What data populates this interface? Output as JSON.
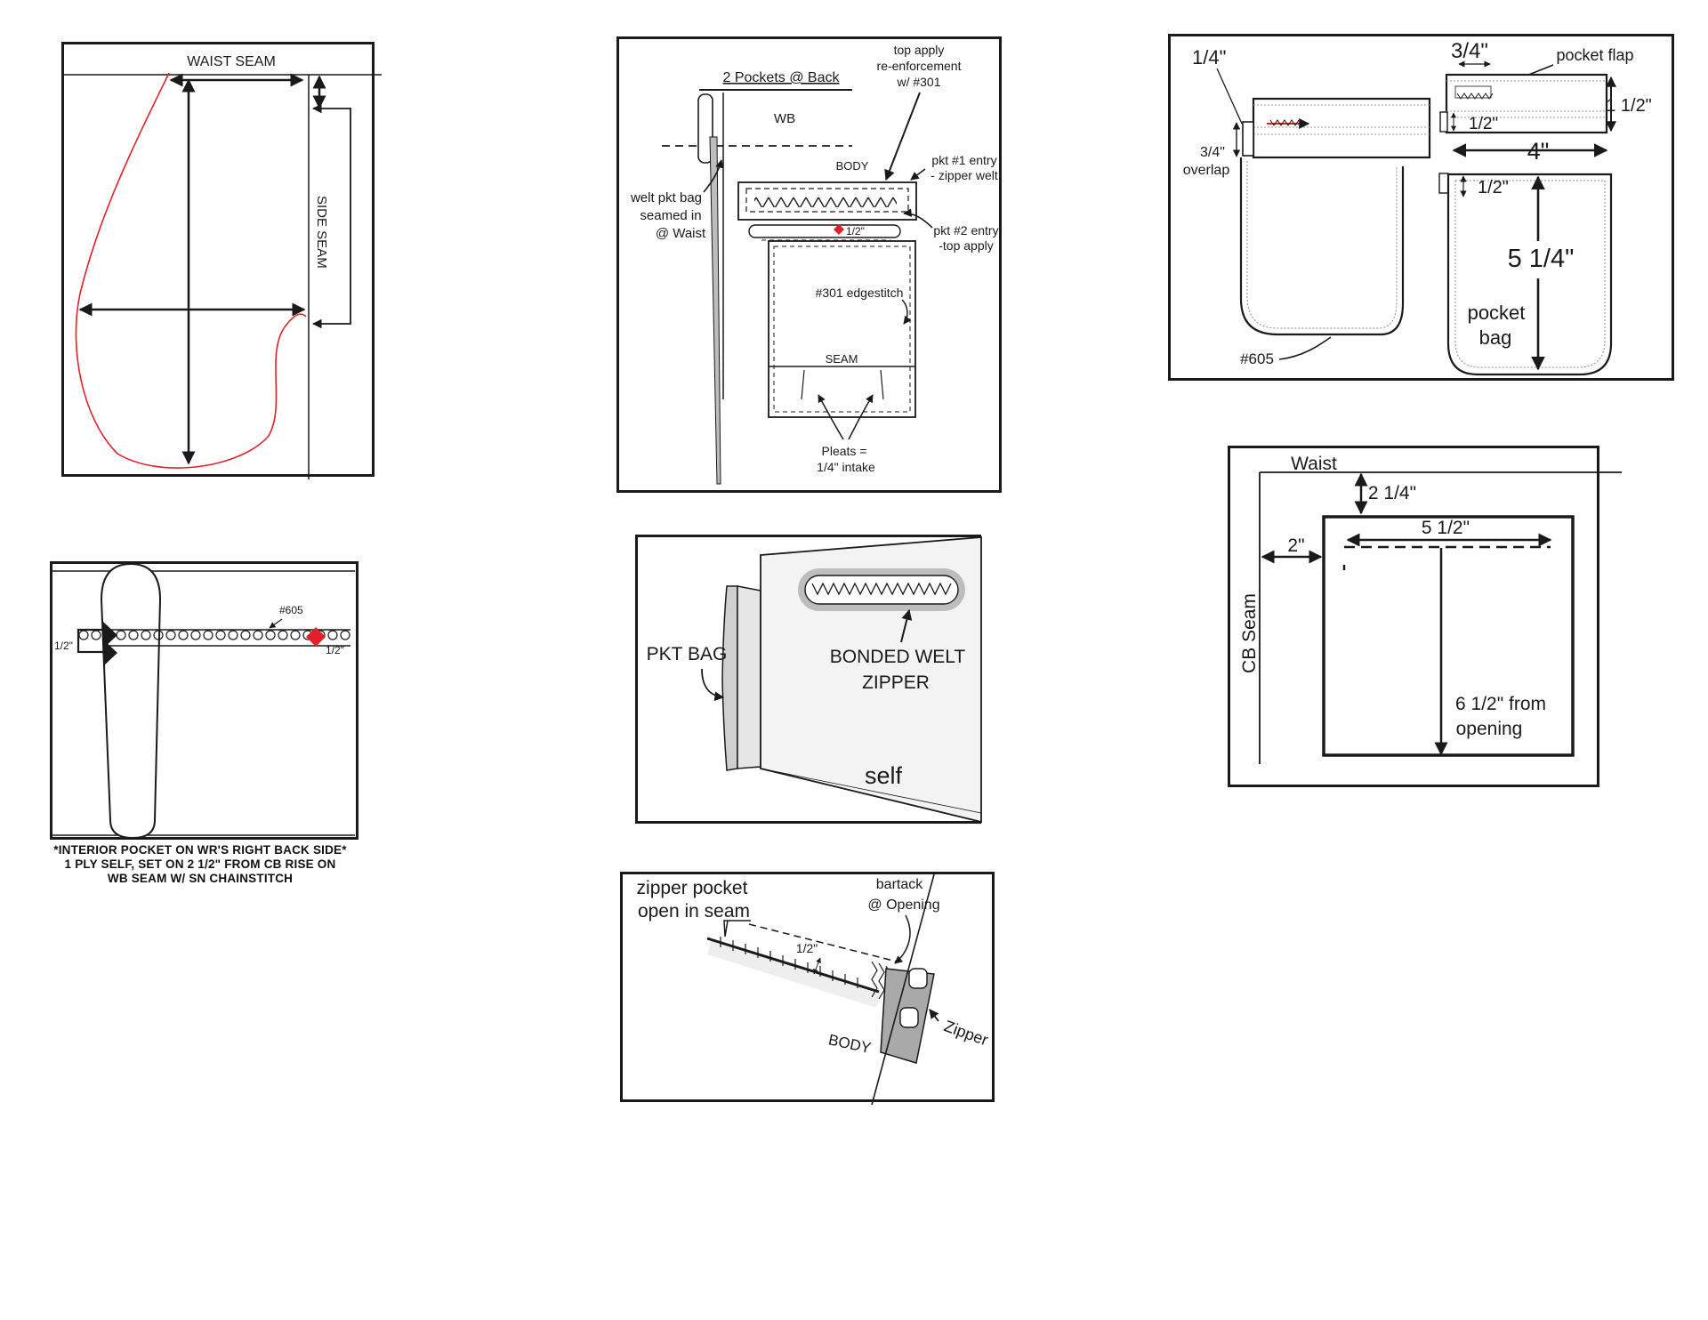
{
  "colors": {
    "ink": "#1a1a1a",
    "accent_red": "#e0202a",
    "pocket_grey": "#bdbdbd",
    "light_grey": "#e6e6e6"
  },
  "panel1": {
    "waist_seam": "WAIST SEAM",
    "side_seam": "SIDE SEAM"
  },
  "panel2": {
    "title": "2 Pockets @ Back",
    "wb": "WB",
    "body": "BODY",
    "reinforce_1": "top apply",
    "reinforce_2": "re-enforcement",
    "reinforce_3": "w/ #301",
    "welt_bag_1": "welt pkt bag",
    "welt_bag_2": "seamed in",
    "welt_bag_3": "@ Waist",
    "pkt1_1": "pkt #1 entry",
    "pkt1_2": "- zipper welt",
    "pkt2_1": "pkt #2 entry",
    "pkt2_2": "-top apply",
    "half": "1/2\"",
    "edgestitch": "#301 edgestitch",
    "seam": "SEAM",
    "pleats_1": "Pleats =",
    "pleats_2": "1/4\" intake"
  },
  "panel3": {
    "quarter": "1/4\"",
    "three_quarter": "3/4\"",
    "overlap_1": "3/4\"",
    "overlap_2": "overlap",
    "stitch": "#605",
    "flap_34": "3/4\"",
    "pocket_flap": "pocket flap",
    "flap_half": "1/2\"",
    "one_half": "1 1/2\"",
    "four": "4\"",
    "bag_half": "1/2\"",
    "five_quarter": "5 1/4\"",
    "pocket_1": "pocket",
    "pocket_2": "bag"
  },
  "panel4": {
    "stitch": "#605",
    "half_left": "1/2\"",
    "half_right": "1/2\"",
    "note_1": "*INTERIOR POCKET ON WR'S RIGHT BACK SIDE*",
    "note_2": "1 PLY SELF, SET ON 2 1/2\" FROM CB RISE ON",
    "note_3": "WB SEAM W/ SN CHAINSTITCH"
  },
  "panel5": {
    "pkt_bag": "PKT BAG",
    "bonded_1": "BONDED WELT",
    "bonded_2": "ZIPPER",
    "self": "self"
  },
  "panel6": {
    "zip_1": "zipper pocket",
    "zip_2": "open in seam",
    "bartack_1": "bartack",
    "bartack_2": "@ Opening",
    "half": "1/2\"",
    "body": "BODY",
    "zipper": "Zipper"
  },
  "panel7": {
    "waist": "Waist",
    "two_quarter": "2 1/4\"",
    "two": "2\"",
    "five_half": "5 1/2\"",
    "cb_seam": "CB Seam",
    "from_1": "6 1/2\" from",
    "from_2": "opening"
  }
}
